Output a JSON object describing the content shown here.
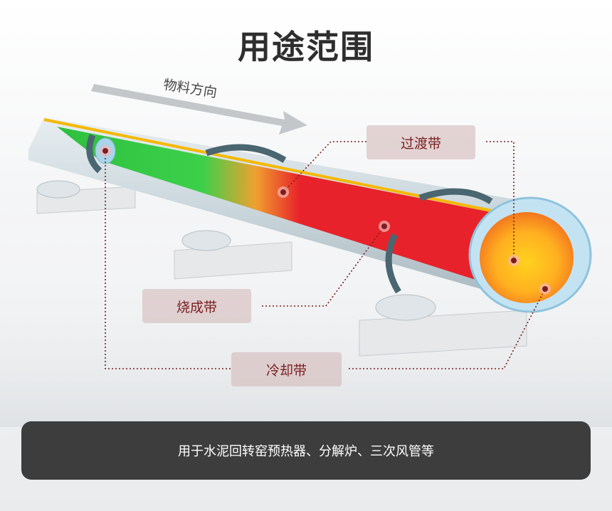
{
  "title": "用途范围",
  "arrow_label": "物料方向",
  "zones": {
    "transition": "过渡带",
    "burning": "烧成带",
    "cooling": "冷却带"
  },
  "banner_text": "用于水泥回转窑预热器、分解炉、三次风管等",
  "colors": {
    "title": "#2e2e2e",
    "zone_text": "#7a1e1e",
    "tag_bg": "#d2b4b4",
    "banner_bg": "#3d3d3d",
    "leader_line": "#7a1e1e",
    "pipe_shell": "#c9d6dc",
    "lining_blue": "#a9d4ea",
    "cooling_green": "#2ec03f",
    "burning_red": "#e8222a",
    "hot_core": "#ffd21e"
  }
}
